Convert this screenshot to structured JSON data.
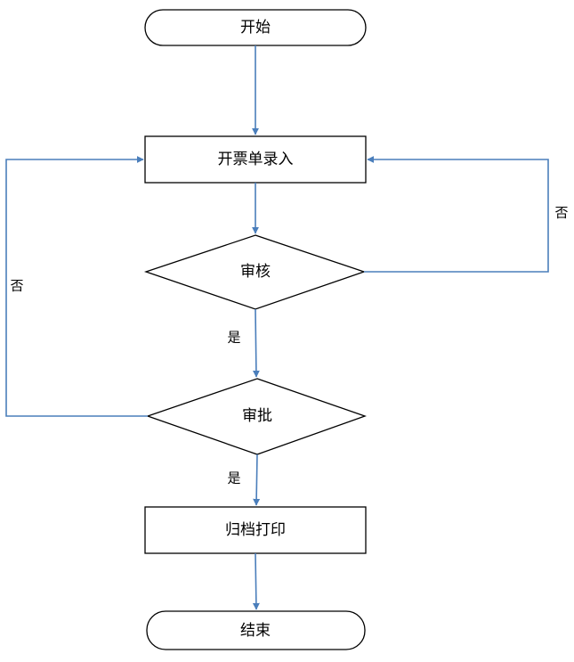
{
  "nodes": {
    "start": "开始",
    "entry": "开票单录入",
    "review": "审核",
    "approve": "审批",
    "archive": "归档打印",
    "end": "结束"
  },
  "edges": {
    "review_yes": "是",
    "review_no": "否",
    "approve_yes": "是",
    "approve_no": "否"
  },
  "colors": {
    "connector": "#4a7ebb",
    "outline": "#000000"
  }
}
